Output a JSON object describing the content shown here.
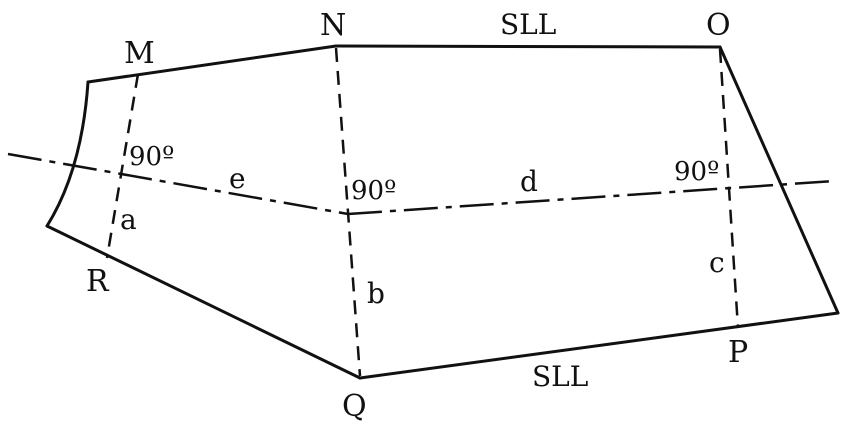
{
  "diagram": {
    "points": {
      "M": "M",
      "N": "N",
      "O": "O",
      "P": "P",
      "Q": "Q",
      "R": "R"
    },
    "sides": {
      "a": "a",
      "b": "b",
      "c": "c",
      "d": "d",
      "e": "e",
      "sll_top": "SLL",
      "sll_bottom": "SLL"
    },
    "angles": {
      "left": "90º",
      "middle": "90º",
      "right": "90º"
    },
    "colors": {
      "ink": "#111111",
      "background": "#ffffff"
    }
  }
}
